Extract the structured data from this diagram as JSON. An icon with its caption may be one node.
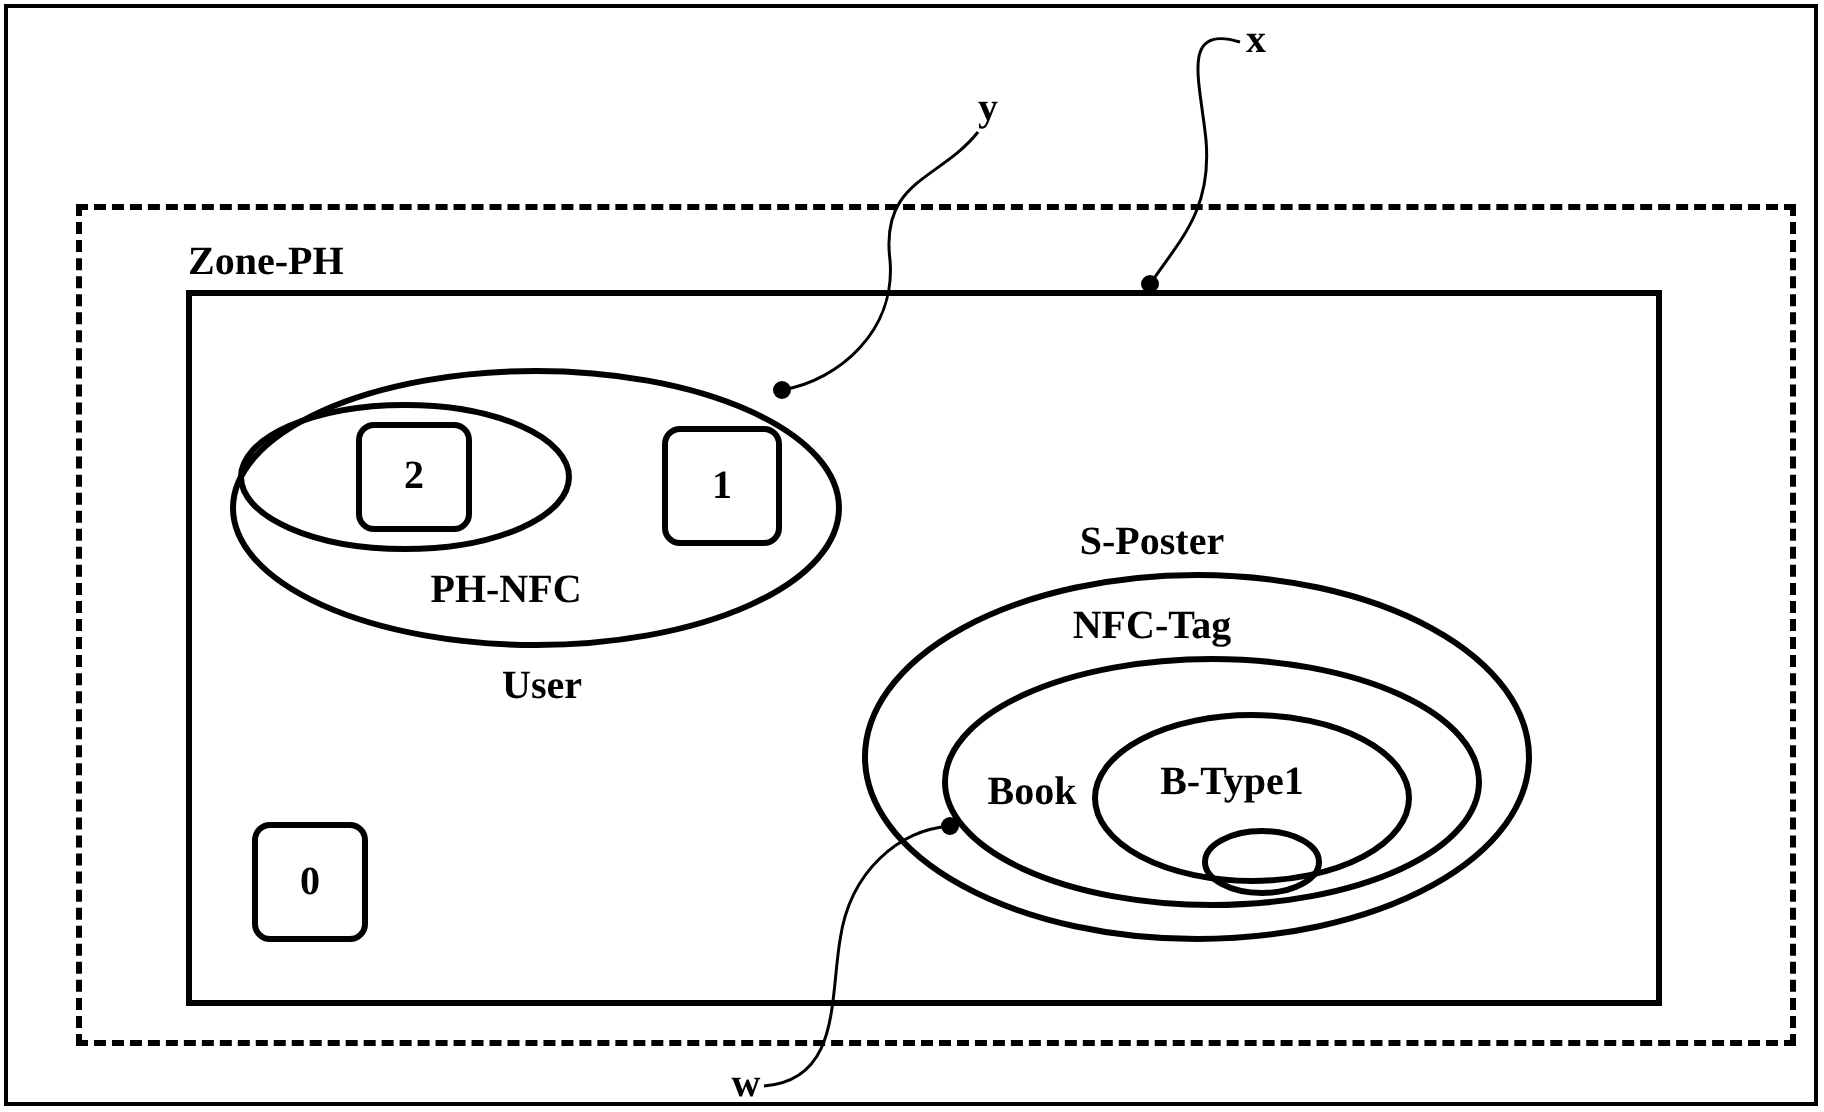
{
  "diagram": {
    "nodes": [
      {
        "text": [],
        "shape": "box"
      },
      {
        "text": [
          "Zone-PH"
        ],
        "in": 0
      },
      {
        "text": [
          "User"
        ],
        "in": 1
      },
      {
        "text": [
          "PH-NFC"
        ],
        "in": 2
      },
      {
        "text": [
          "2"
        ],
        "in": 3
      },
      {
        "text": [
          "1"
        ],
        "in": 2
      },
      {
        "text": [
          "S-Poster"
        ],
        "in": 1
      },
      {
        "text": [
          "NFC-Tag"
        ],
        "in": 6
      },
      {
        "text": [
          "Book"
        ],
        "in": 7
      },
      {
        "text": [
          "B-Type1"
        ],
        "in": 8
      },
      {
        "text": [
          "0"
        ],
        "in": 1
      },
      {
        "text": [
          "x"
        ]
      },
      {
        "text": [
          "y"
        ]
      },
      {
        "text": [
          "w"
        ]
      }
    ],
    "edges": [
      {
        "from": 12,
        "to": 2,
        "arrow": "other"
      },
      {
        "from": 11,
        "to": 1,
        "arrow": "other"
      },
      {
        "from": 13,
        "to": 7,
        "arrow": "other"
      }
    ]
  }
}
